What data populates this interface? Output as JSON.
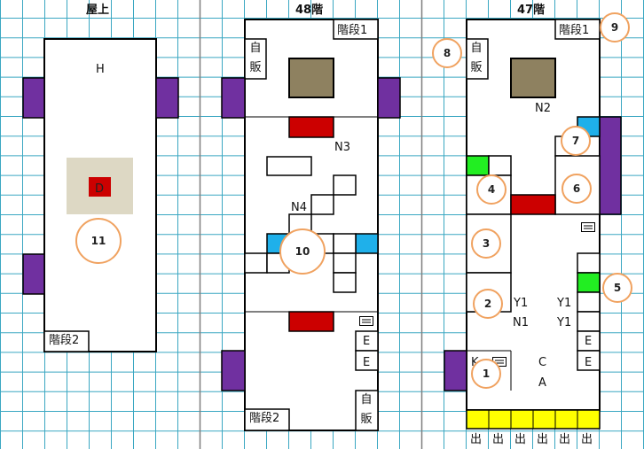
{
  "colors": {
    "grid": "#3aa7c2",
    "divider": "#7f7f7f",
    "wall": "#000000",
    "purple": "#7030a0",
    "red": "#cc0000",
    "olive": "#8e8160",
    "cyan": "#1fb0ea",
    "green": "#22ee22",
    "yellow": "#ffff00",
    "beige": "#ddd8c4",
    "circle_border": "#f0a260"
  },
  "panels": [
    {
      "title": "屋上"
    },
    {
      "title": "48階"
    },
    {
      "title": "47階"
    }
  ],
  "rooftop": {
    "letters": {
      "h": "H",
      "d": "D"
    },
    "stairs2": "階段2",
    "marker_11": "11"
  },
  "floor48": {
    "stairs1": "階段1",
    "stairs2": "階段2",
    "vending_top": [
      "自",
      "販"
    ],
    "vending_bottom": [
      "自",
      "販"
    ],
    "labels": {
      "n3": "N3",
      "n4": "N4",
      "e1": "E",
      "e2": "E"
    },
    "marker_10": "10",
    "icon": "ticket-machine-icon"
  },
  "floor47": {
    "stairs1": "階段1",
    "vending": [
      "自",
      "販"
    ],
    "labels": {
      "n2": "N2",
      "n1": "N1",
      "y1a": "Y1",
      "y1b": "Y1",
      "y1c": "Y1",
      "k": "K",
      "c": "C",
      "a": "A",
      "e1": "E",
      "e2": "E"
    },
    "exits": [
      "出",
      "出",
      "出",
      "出",
      "出",
      "出"
    ],
    "markers": [
      "1",
      "2",
      "3",
      "4",
      "5",
      "6",
      "7",
      "8",
      "9"
    ],
    "icons": [
      "ticket-machine-icon",
      "ticket-machine-icon"
    ]
  }
}
